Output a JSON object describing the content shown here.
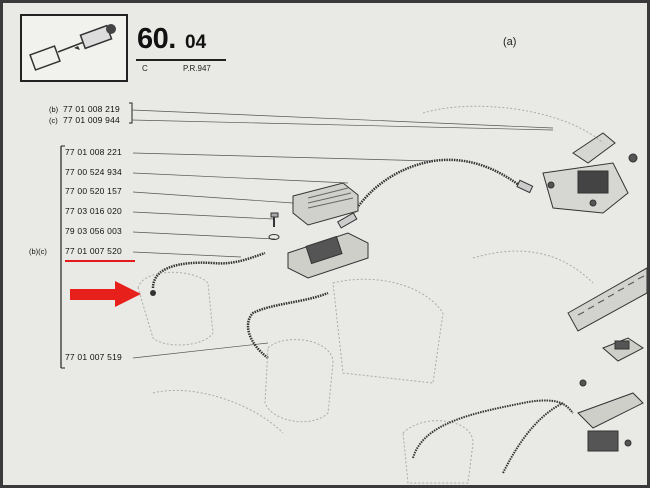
{
  "header": {
    "code_main": "60.",
    "code_sub": "04",
    "meta_left": "C",
    "meta_right": "P.R.947",
    "view": "(a)"
  },
  "top_refs": {
    "tag_b": "(b)",
    "tag_c": "(c)",
    "ref_b": "77 01 008 219",
    "ref_c": "77 01 009 944"
  },
  "parts": [
    "77 01 008 221",
    "77 00 524 934",
    "77 00 520 157",
    "77 03 016 020",
    "79 03 056 003",
    "77 01 007 520"
  ],
  "parts_tag": "(b)(c)",
  "bottom_part": "77 01 007 519",
  "colors": {
    "paper": "#e9e9e6",
    "ink": "#111111",
    "highlight": "#e41b1b"
  }
}
